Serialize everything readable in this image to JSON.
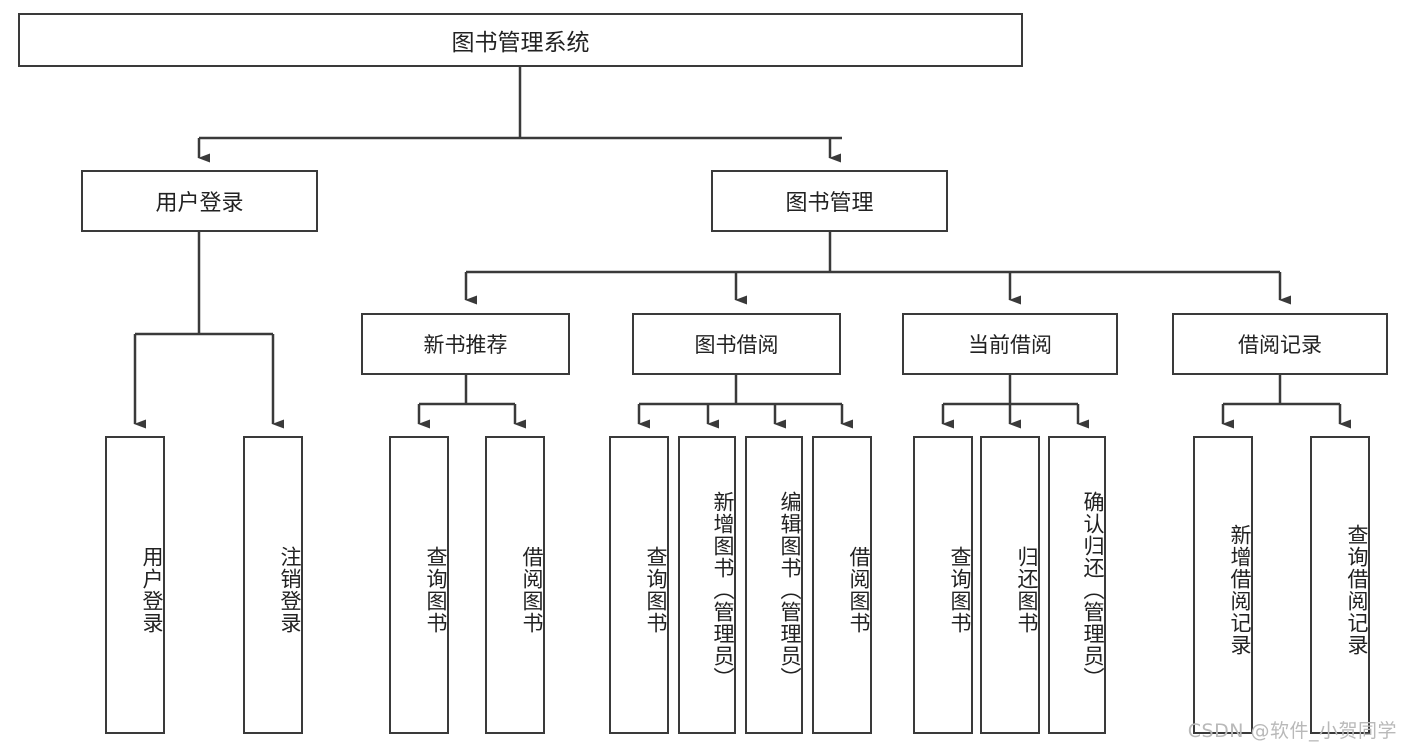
{
  "diagram": {
    "title": "图书管理系统",
    "type": "tree-hierarchy-diagram",
    "colors": {
      "stroke": "#3a3a3a",
      "fill": "#ffffff",
      "text": "#222222",
      "watermark": "#b9b9b9"
    },
    "root": {
      "label": "图书管理系统"
    },
    "level2": [
      {
        "label": "用户登录"
      },
      {
        "label": "图书管理"
      }
    ],
    "level3": [
      {
        "label": "新书推荐"
      },
      {
        "label": "图书借阅"
      },
      {
        "label": "当前借阅"
      },
      {
        "label": "借阅记录"
      }
    ],
    "leaves": {
      "user_login": [
        {
          "label": "用户登录"
        },
        {
          "label": "注销登录"
        }
      ],
      "new_book_recommend": [
        {
          "label": "查询图书"
        },
        {
          "label": "借阅图书"
        }
      ],
      "book_borrow": [
        {
          "label": "查询图书"
        },
        {
          "label": "新增图书（管理员）"
        },
        {
          "label": "编辑图书（管理员）"
        },
        {
          "label": "借阅图书"
        }
      ],
      "current_borrow": [
        {
          "label": "查询图书"
        },
        {
          "label": "归还图书"
        },
        {
          "label": "确认归还（管理员）"
        }
      ],
      "borrow_record": [
        {
          "label": "新增借阅记录"
        },
        {
          "label": "查询借阅记录"
        }
      ]
    }
  },
  "watermark": {
    "text": "CSDN @软件_小贺同学"
  }
}
